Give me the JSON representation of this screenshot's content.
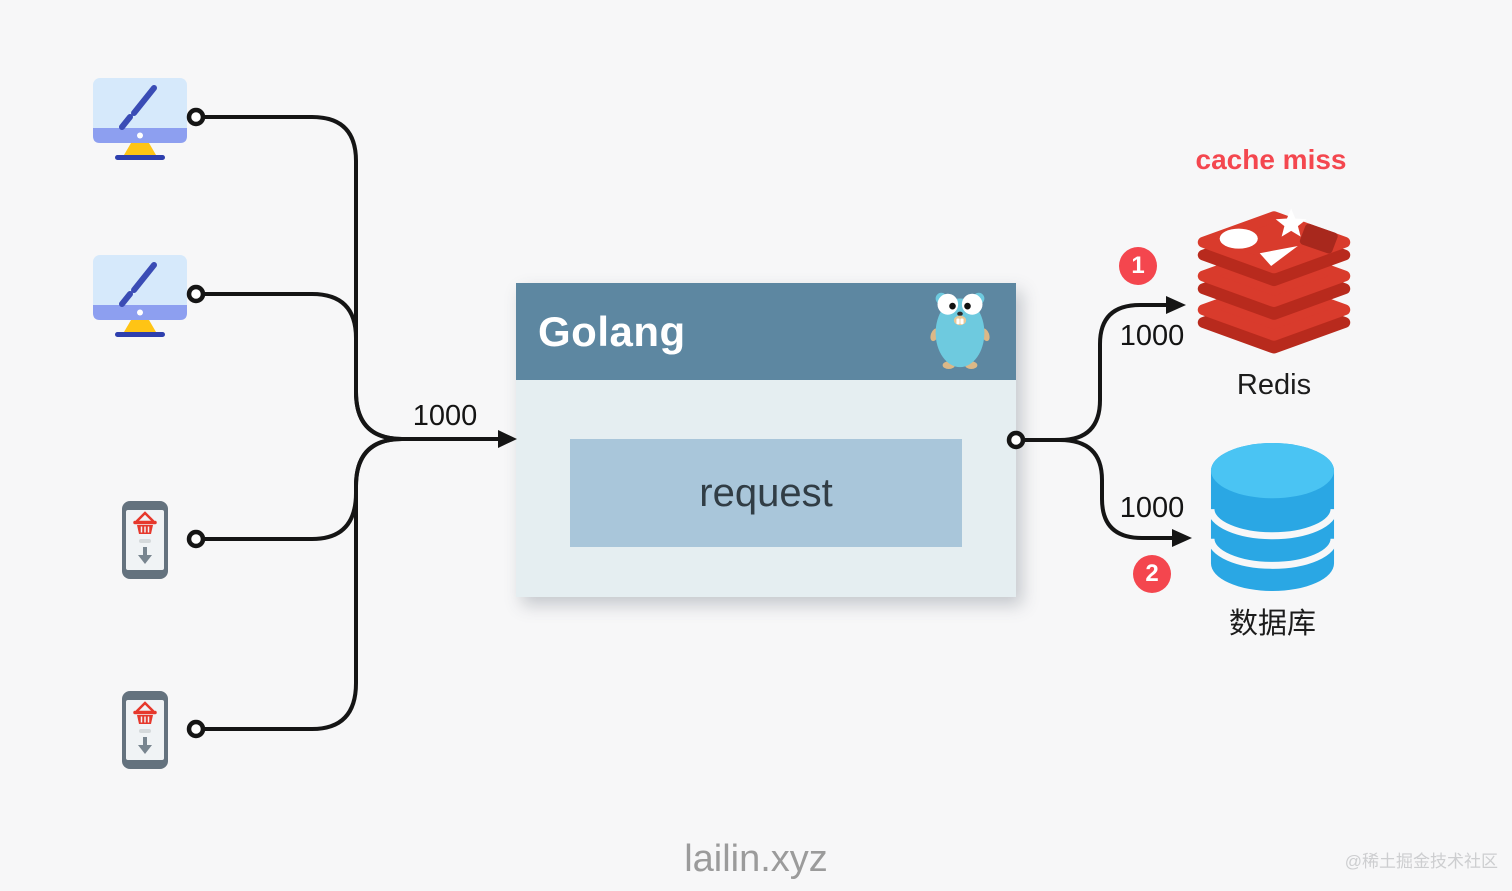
{
  "golang": {
    "title": "Golang",
    "request": "request"
  },
  "labels": {
    "incoming": "1000",
    "to_redis": "1000",
    "to_db": "1000"
  },
  "redis": {
    "name": "Redis",
    "note": "cache miss",
    "step": "1"
  },
  "database": {
    "name": "数据库",
    "step": "2"
  },
  "footer": {
    "site": "lailin.xyz",
    "watermark": "@稀土掘金技术社区"
  },
  "colors": {
    "background": "#f7f7f8",
    "wire": "#151515",
    "golang_header": "#5d87a1",
    "golang_body": "#e5eef1",
    "request_box": "#a9c6da",
    "accent_red": "#f4464e",
    "redis_red": "#d93b2c",
    "db_blue": "#2aa7e4",
    "monitor_screen": "#d6e9fb",
    "monitor_stand": "#ffc414",
    "phone_frame": "#64727e",
    "gopher_body": "#6ecadf"
  }
}
